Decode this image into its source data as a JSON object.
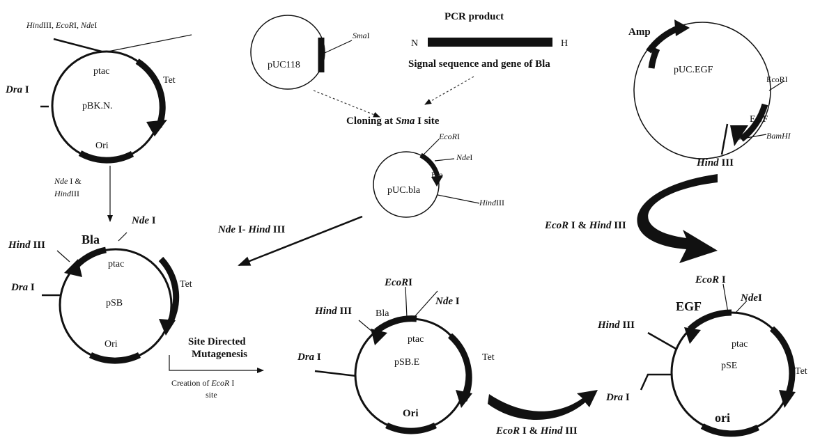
{
  "pBKN": {
    "sites": {
      "hind": "Hind",
      "hind_n": "III, ",
      "eco": "EcoR",
      "eco_n": "I, ",
      "nde": "Nde",
      "nde_n": "I"
    },
    "dra": "Dra",
    "dra_n": " I",
    "ptac": "ptac",
    "tet": "Tet",
    "ori": "Ori",
    "name": "pBK.N."
  },
  "pUC118": {
    "name": "pUC118",
    "sma": "Sma",
    "sma_n": "I"
  },
  "pcr": {
    "title": "PCR product",
    "n": "N",
    "h": "H",
    "desc": "Signal sequence and gene of Bla"
  },
  "cloning": {
    "pre": "Cloning at ",
    "sma": "Sma",
    "post": " I site"
  },
  "pUCEGF": {
    "amp": "Amp",
    "name": "pUC.EGF",
    "eco": "EcoRI",
    "egf": "EGF",
    "bam": "BamHI",
    "hind": "Hind",
    "hind_n": " III"
  },
  "pUCbla": {
    "name": "pUC.bla",
    "eco": "EcoR",
    "eco_n": "I",
    "nde": "Nde",
    "nde_n": "I",
    "bla": "Bla",
    "hind": "Hind",
    "hind_n": "III"
  },
  "step1": {
    "nde": "Nde",
    "nde_n": " I &",
    "hind": "Hind",
    "hind_n": "III"
  },
  "step2": {
    "nde": "Nde",
    "mid": " I- ",
    "hind": "Hind",
    "hind_n": " III"
  },
  "step3": {
    "eco": "EcoR",
    "mid": " I & ",
    "hind": "Hind",
    "hind_n": " III"
  },
  "step4": {
    "eco": "EcoR",
    "mid": " I & ",
    "hind": "Hind",
    "hind_n": " III"
  },
  "pSB": {
    "nde": "Nde",
    "nde_n": " I",
    "hind": "Hind",
    "hind_n": " III",
    "bla": "Bla",
    "ptac": "ptac",
    "tet": "Tet",
    "dra": "Dra",
    "dra_n": " I",
    "name": "pSB",
    "ori": "Ori"
  },
  "mutagenesis": {
    "line1": "Site Directed",
    "line2": "Mutagenesis",
    "line3_pre": "Creation of ",
    "eco": "EcoR",
    "eco_n": " I",
    "line4": "site"
  },
  "pSBE": {
    "eco": "EcoR",
    "eco_n": "I",
    "nde": "Nde",
    "nde_n": " I",
    "hind": "Hind",
    "hind_n": " III",
    "bla": "Bla",
    "ptac": "ptac",
    "tet": "Tet",
    "dra": "Dra",
    "dra_n": " I",
    "name": "pSB.E",
    "ori": "Ori"
  },
  "pSE": {
    "eco": "EcoR",
    "eco_n": " I",
    "nde": "Nde",
    "nde_n": "I",
    "egf": "EGF",
    "hind": "Hind",
    "hind_n": " III",
    "ptac": "ptac",
    "tet": "Tet",
    "dra": "Dra",
    "dra_n": " I",
    "name": "pSE",
    "ori": "ori"
  }
}
